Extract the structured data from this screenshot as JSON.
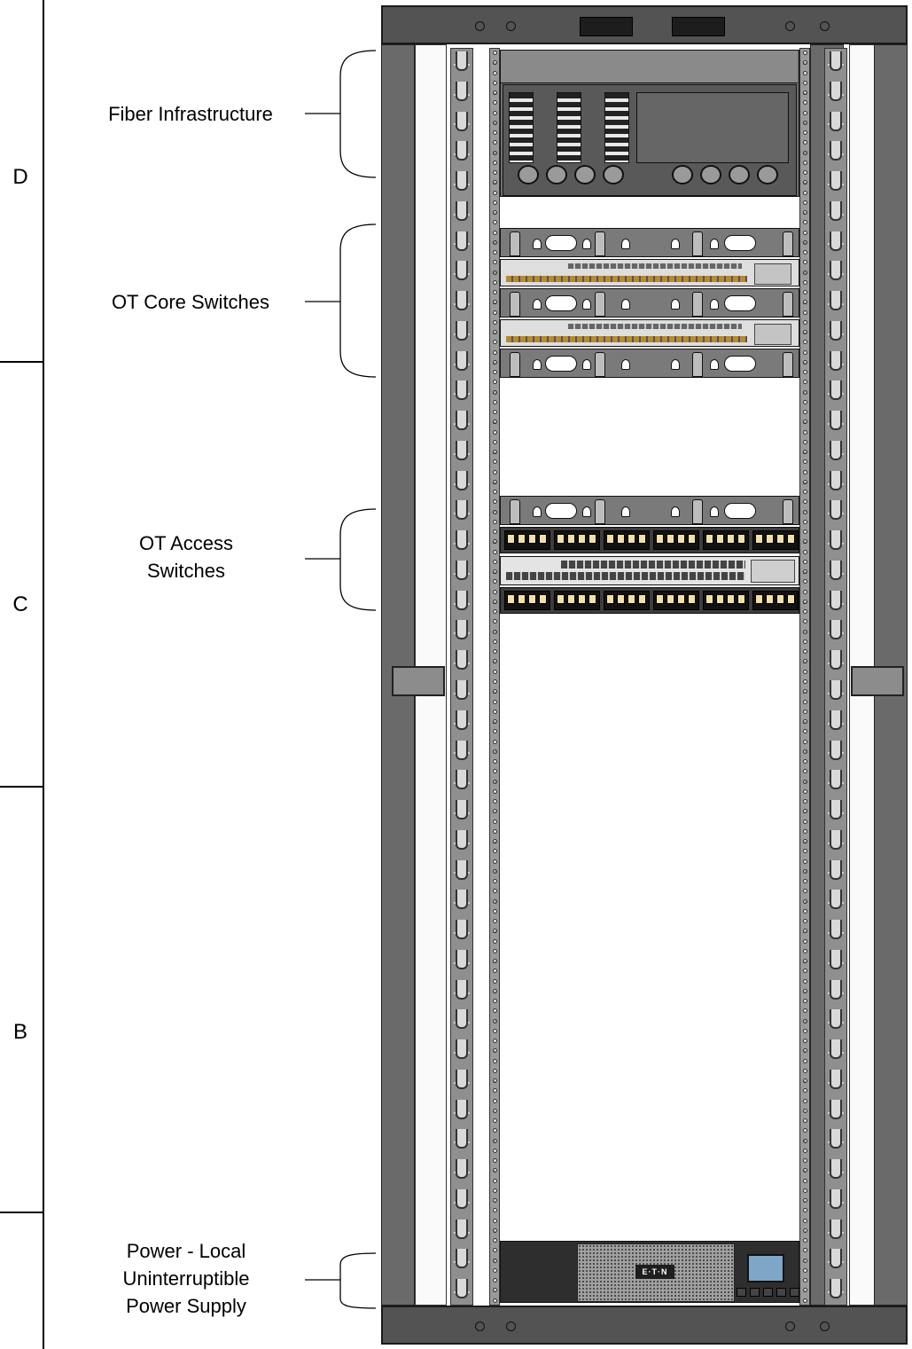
{
  "zones": [
    {
      "letter": "D"
    },
    {
      "letter": "C"
    },
    {
      "letter": "B"
    }
  ],
  "labels": {
    "fiber": "Fiber Infrastructure",
    "core": "OT Core Switches",
    "access_line1": "OT Access",
    "access_line2": "Switches",
    "power_line1": "Power - Local",
    "power_line2": "Uninterruptible",
    "power_line3": "Power Supply"
  },
  "rack": {
    "units": 42,
    "ups_brand": "E·T·N"
  },
  "colors": {
    "frame": "#535353",
    "rail": "#8f8f8f",
    "patch_port": "#f3e0a8",
    "ups_screen": "#7ea6c7"
  }
}
